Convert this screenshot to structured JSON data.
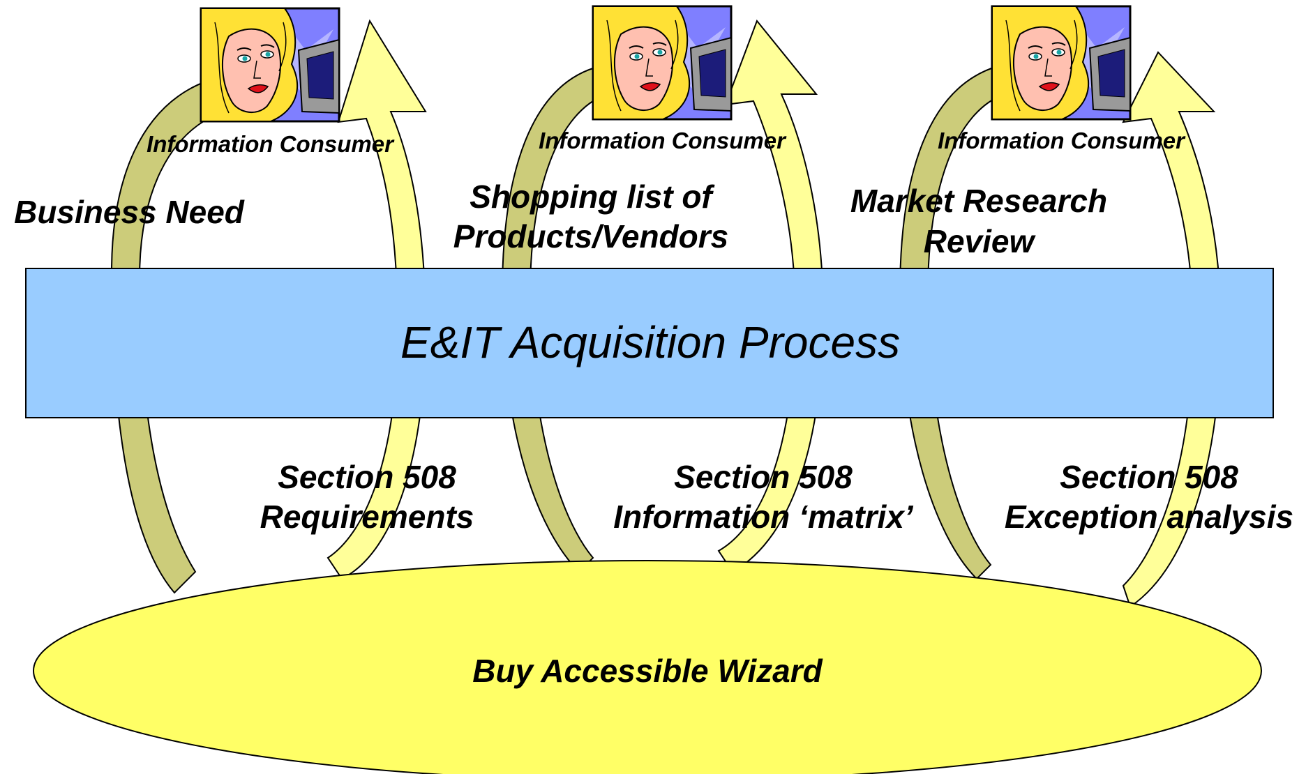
{
  "process": {
    "label": "E&IT Acquisition Process",
    "fill": "#99ccff"
  },
  "wizard": {
    "label": "Buy Accessible Wizard",
    "fill": "#ffff66"
  },
  "consumers": [
    {
      "label": "Information Consumer",
      "icon": "woman-at-computer-icon"
    },
    {
      "label": "Information Consumer",
      "icon": "woman-at-computer-icon"
    },
    {
      "label": "Information Consumer",
      "icon": "woman-at-computer-icon"
    }
  ],
  "top_labels": [
    {
      "lines": [
        "Business Need"
      ]
    },
    {
      "lines": [
        "Shopping list of",
        "Products/Vendors"
      ]
    },
    {
      "lines": [
        "Market Research",
        "Review"
      ]
    }
  ],
  "bottom_labels": [
    {
      "lines": [
        "Section 508",
        "Requirements"
      ]
    },
    {
      "lines": [
        "Section 508",
        "Information ‘matrix’"
      ]
    },
    {
      "lines": [
        "Section 508",
        "Exception analysis"
      ]
    }
  ],
  "colors": {
    "arrow_light": "#ffff99",
    "arrow_dark": "#cccc7a"
  }
}
